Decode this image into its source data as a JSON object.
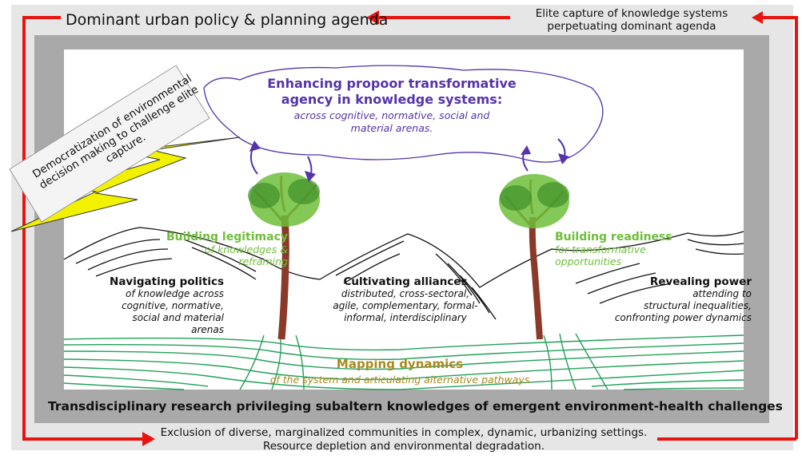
{
  "top_left_title": "Dominant urban policy & planning agenda",
  "top_right_note": [
    "Elite capture of knowledge systems",
    "perpetuating dominant agenda"
  ],
  "bottom_note": [
    "Exclusion of diverse, marginalized communities in complex, dynamic, urbanizing settings.",
    "Resource depletion and environmental degradation."
  ],
  "inner_title": "Transdisciplinary research privileging subaltern knowledges of emergent environment-health challenges",
  "cloud": {
    "heading": [
      "Enhancing propoor transformative",
      "agency in knowledge systems:"
    ],
    "sub": [
      "across cognitive, normative, social and",
      "material arenas."
    ]
  },
  "bolt_text": [
    "Democratization of environmental",
    "decision making to challenge elite",
    "capture."
  ],
  "building_legitimacy": {
    "heading": "Building legitimacy",
    "sub": [
      "of knowledges &",
      "reframing"
    ]
  },
  "building_readiness": {
    "heading": "Building readiness",
    "sub": [
      "for transformative",
      "opportunities"
    ]
  },
  "navigating_politics": {
    "heading": "Navigating politics",
    "sub": [
      "of knowledge across",
      "cognitive, normative,",
      "social and material",
      "arenas"
    ]
  },
  "cultivating_alliances": {
    "heading": "Cultivating alliances",
    "sub": [
      "distributed, cross-sectoral,",
      "agile, complementary, formal-",
      "informal, interdisciplinary"
    ]
  },
  "revealing_power": {
    "heading": "Revealing power",
    "sub": [
      "attending to",
      "structural inequalities,",
      "confronting power dynamics"
    ]
  },
  "mapping_dynamics": {
    "heading": "Mapping dynamics",
    "sub": "of the system and articulating alternative pathways"
  },
  "colors": {
    "arrow_red": "#e8140f",
    "frame_gray": "#a9a9a9",
    "outer_bg": "#e6e6e6",
    "purple": "#5533aa",
    "leaf_green": "#6fbe3a",
    "ground_green": "#22a05a",
    "trunk_brown": "#8b3a2a",
    "bolt_yellow": "#f2f200",
    "mapping_gold": "#a98a1c"
  }
}
